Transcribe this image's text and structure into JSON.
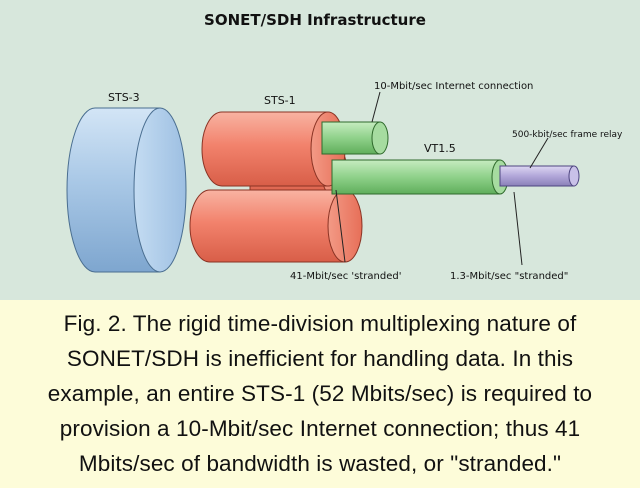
{
  "diagram": {
    "title": "SONET/SDH Infrastructure",
    "labels": {
      "sts3": "STS-3",
      "sts1": "STS-1",
      "internet": "10-Mbit/sec Internet connection",
      "frame_relay": "500-kbit/sec frame relay",
      "vt15": "VT1.5",
      "stranded_41": "41-Mbit/sec 'stranded'",
      "stranded_13": "1.3-Mbit/sec \"stranded\""
    },
    "colors": {
      "background": "#d7e7dc",
      "sts3_cable": "#a9c8e6",
      "sts1_cable": "#f2826c",
      "internet_cable": "#8fd18a",
      "frame_relay_cable": "#b2a7d9",
      "caption_background": "#fdfcd9"
    }
  },
  "caption": {
    "lines": [
      "Fig. 2. The rigid time-division multiplexing nature of",
      "SONET/SDH is inefficient for handling data. In this",
      "example, an entire STS-1 (52 Mbits/sec) is required to",
      "provision a 10-Mbit/sec Internet connection; thus 41",
      "Mbits/sec of bandwidth is wasted, or \"stranded.\""
    ]
  }
}
